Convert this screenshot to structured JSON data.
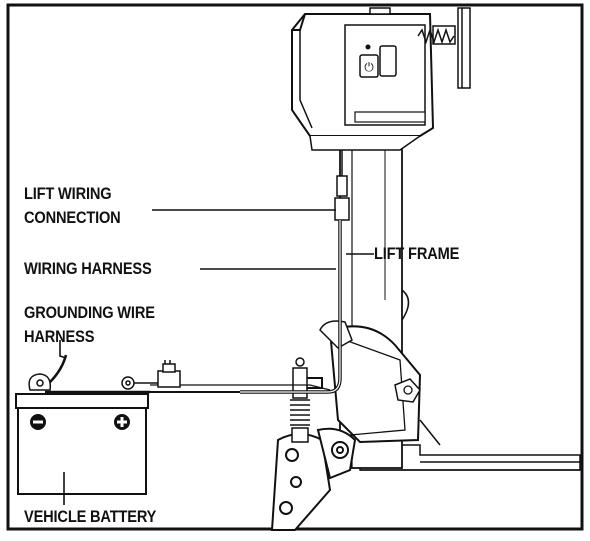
{
  "labels": {
    "lift_wiring_connection": [
      "LIFT WIRING",
      "CONNECTION"
    ],
    "wiring_harness": "WIRING HARNESS",
    "lift_frame": "LIFT FRAME",
    "grounding_wire_harness": [
      "GROUNDING WIRE",
      "HARNESS"
    ],
    "vehicle_battery": "VEHICLE BATTERY"
  },
  "battery": {
    "negative_symbol": "−",
    "positive_symbol": "+"
  },
  "control_box": {
    "power_symbol": "⏻"
  },
  "colors": {
    "ink": "#111111",
    "paper": "#ffffff",
    "shade": "#d9d9d9",
    "midshade": "#bdbdbd"
  }
}
